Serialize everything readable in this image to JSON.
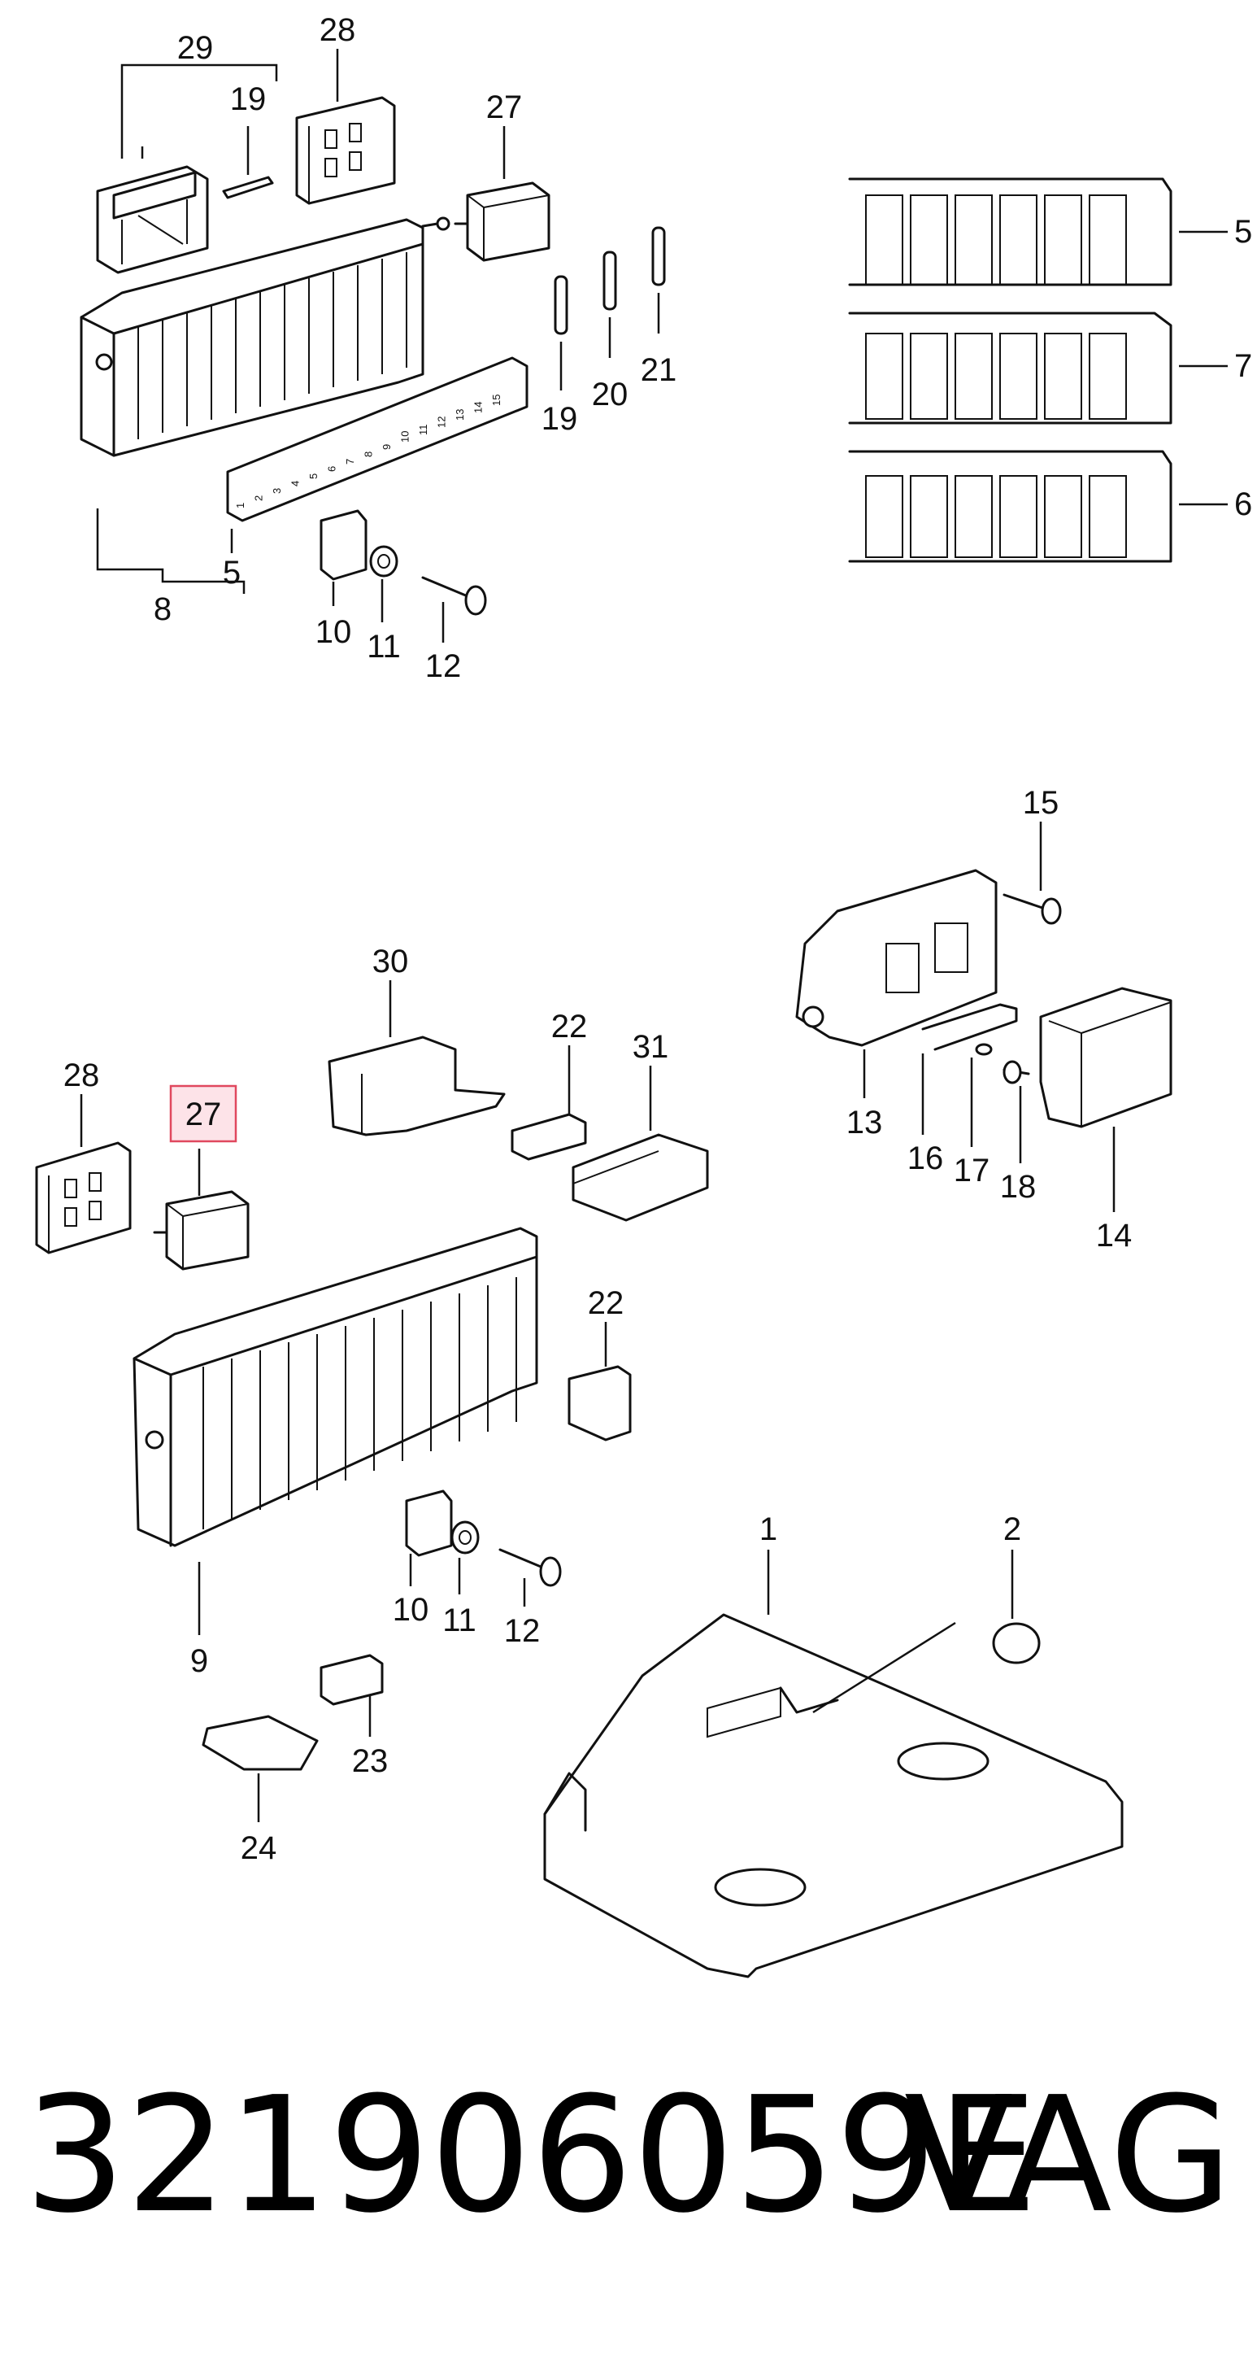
{
  "callouts": {
    "c29": "29",
    "c28a": "28",
    "c19a": "19",
    "c27a": "27",
    "c5a": "5",
    "c7": "7",
    "c6": "6",
    "c5b": "5",
    "c19b": "19",
    "c20": "20",
    "c21": "21",
    "c8": "8",
    "c10a": "10",
    "c11a": "11",
    "c12a": "12",
    "c15": "15",
    "c13": "13",
    "c16": "16",
    "c17": "17",
    "c18": "18",
    "c14": "14",
    "c30": "30",
    "c22a": "22",
    "c31": "31",
    "c28b": "28",
    "c27b": "27",
    "c22b": "22",
    "c9": "9",
    "c10b": "10",
    "c11b": "11",
    "c12b": "12",
    "c1": "1",
    "c2": "2",
    "c23": "23",
    "c24": "24"
  },
  "relay_panel_labels": [
    "1",
    "2",
    "3",
    "4",
    "5",
    "6",
    "7",
    "8",
    "9",
    "10",
    "11",
    "12",
    "13",
    "14",
    "15"
  ],
  "highlight": {
    "callout": "27",
    "fill": "#fde3e8",
    "stroke": "#e0485e"
  },
  "footer": {
    "part_number": "321906059E",
    "brand": "VAG"
  }
}
